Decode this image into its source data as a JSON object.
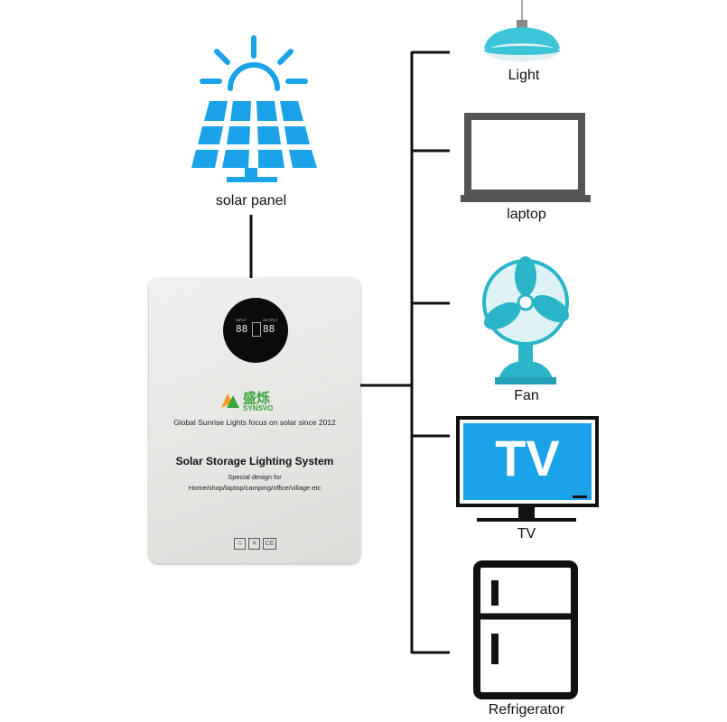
{
  "solar": {
    "label": "solar panel"
  },
  "device": {
    "brand_cn": "盛烁",
    "brand_en": "SYNSVO",
    "tagline": "Global Sunrise Lights focus on solar since 2012",
    "title": "Solar Storage Lighting System",
    "subtitle_1": "Special design for",
    "subtitle_2": "Home/shop/laptop/camping/office/village etc",
    "display_left": "88",
    "display_right": "88",
    "display_input": "INPUT",
    "display_output": "OUTPUT",
    "cert_ce": "CE"
  },
  "loads": [
    {
      "label": "Light"
    },
    {
      "label": "laptop"
    },
    {
      "label": "Fan"
    },
    {
      "label": "TV"
    },
    {
      "label": "Refrigerator"
    }
  ],
  "tv": {
    "screen_text": "TV"
  },
  "colors": {
    "accent": "#1aa3e8",
    "fan": "#2bb5c8",
    "lamp": "#3cc4d8",
    "line": "#111111",
    "device": "#e6e6e4"
  }
}
